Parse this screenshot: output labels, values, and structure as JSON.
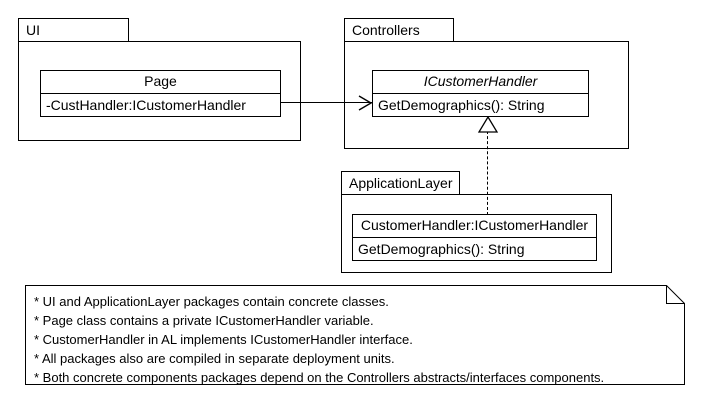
{
  "diagram": {
    "type": "uml-package-class-diagram",
    "packages": [
      {
        "id": "ui",
        "label": "UI",
        "classes": [
          {
            "id": "page",
            "name": "Page",
            "stereotype": "class",
            "members": [
              "-CustHandler:ICustomerHandler"
            ]
          }
        ]
      },
      {
        "id": "controllers",
        "label": "Controllers",
        "classes": [
          {
            "id": "icustomerhandler",
            "name": "ICustomerHandler",
            "stereotype": "interface",
            "members": [
              "GetDemographics(): String"
            ]
          }
        ]
      },
      {
        "id": "applicationlayer",
        "label": "ApplicationLayer",
        "classes": [
          {
            "id": "customerhandler",
            "name": "CustomerHandler:ICustomerHandler",
            "stereotype": "class",
            "members": [
              "GetDemographics(): String"
            ]
          }
        ]
      }
    ],
    "relationships": [
      {
        "id": "page-uses-icustomerhandler",
        "kind": "association",
        "line": "solid",
        "head": "open-arrow",
        "from": "page",
        "to": "icustomerhandler"
      },
      {
        "id": "customerhandler-realizes-icustomerhandler",
        "kind": "realization",
        "line": "dashed",
        "head": "hollow-triangle",
        "from": "customerhandler",
        "to": "icustomerhandler"
      }
    ],
    "note": {
      "id": "diagram-note",
      "lines": [
        "* UI and ApplicationLayer packages contain concrete classes.",
        "* Page class contains a private ICustomerHandler variable.",
        "* CustomerHandler in AL implements ICustomerHandler interface.",
        "* All packages also are compiled in separate deployment units.",
        "* Both concrete components packages depend on the Controllers abstracts/interfaces components."
      ]
    },
    "colors": {
      "stroke": "#000000",
      "fill": "#ffffff"
    }
  }
}
